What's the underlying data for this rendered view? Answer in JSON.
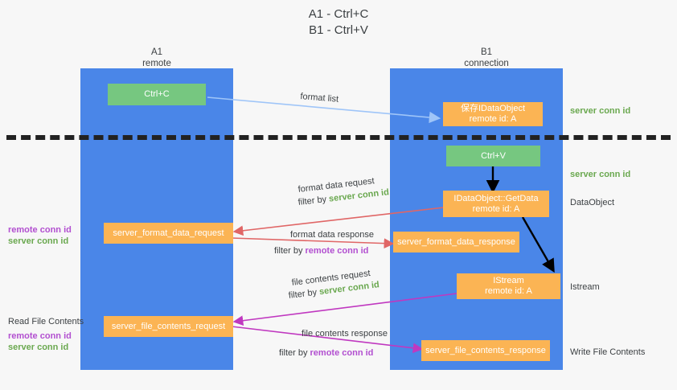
{
  "title": {
    "line1": "A1 - Ctrl+C",
    "line2": "B1 - Ctrl+V"
  },
  "lanes": [
    {
      "name": "A1",
      "sub": "remote"
    },
    {
      "name": "B1",
      "sub": "connection"
    }
  ],
  "boxes": {
    "ctrl_c": "Ctrl+C",
    "ctrl_v": "Ctrl+V",
    "save_idataobject_l1": "保存IDataObject",
    "save_idataobject_l2": "remote id: A",
    "getdata_l1": "IDataObject::GetData",
    "getdata_l2": "remote id: A",
    "istream_l1": "IStream",
    "istream_l2": "remote id: A",
    "server_format_data_request": "server_format_data_request",
    "server_format_data_response": "server_format_data_response",
    "server_file_contents_request": "server_file_contents_request",
    "server_file_contents_response": "server_file_contents_response"
  },
  "right_labels": [
    {
      "text": "server conn id",
      "kind": "green"
    },
    {
      "text": "server conn id",
      "kind": "green"
    },
    {
      "text": "DataObject",
      "kind": "plain"
    },
    {
      "text": "Istream",
      "kind": "plain"
    },
    {
      "text": "Write File Contents",
      "kind": "plain"
    }
  ],
  "left_labels": {
    "remote_conn_id": "remote conn id",
    "server_conn_id": "server conn id",
    "read_file_contents": "Read File Contents"
  },
  "captions": {
    "format_list": "format list",
    "format_data_request": "format data request",
    "format_data_response": "format data response",
    "file_contents_request": "file contents request",
    "file_contents_response": "file contents response",
    "filter_by": "filter by",
    "server_conn_id": "server conn id",
    "remote_conn_id": "remote conn id"
  },
  "colors": {
    "lane": "#4a86e8",
    "green_box": "#76c780",
    "orange_box": "#fbb454",
    "green_text": "#6aa84f",
    "purple_text": "#b24fd0",
    "light_blue_arrow": "#9fc5f8",
    "red_arrow": "#e06666",
    "magenta_arrow": "#c038c0",
    "black_arrow": "#000000",
    "background": "#f7f7f7"
  }
}
